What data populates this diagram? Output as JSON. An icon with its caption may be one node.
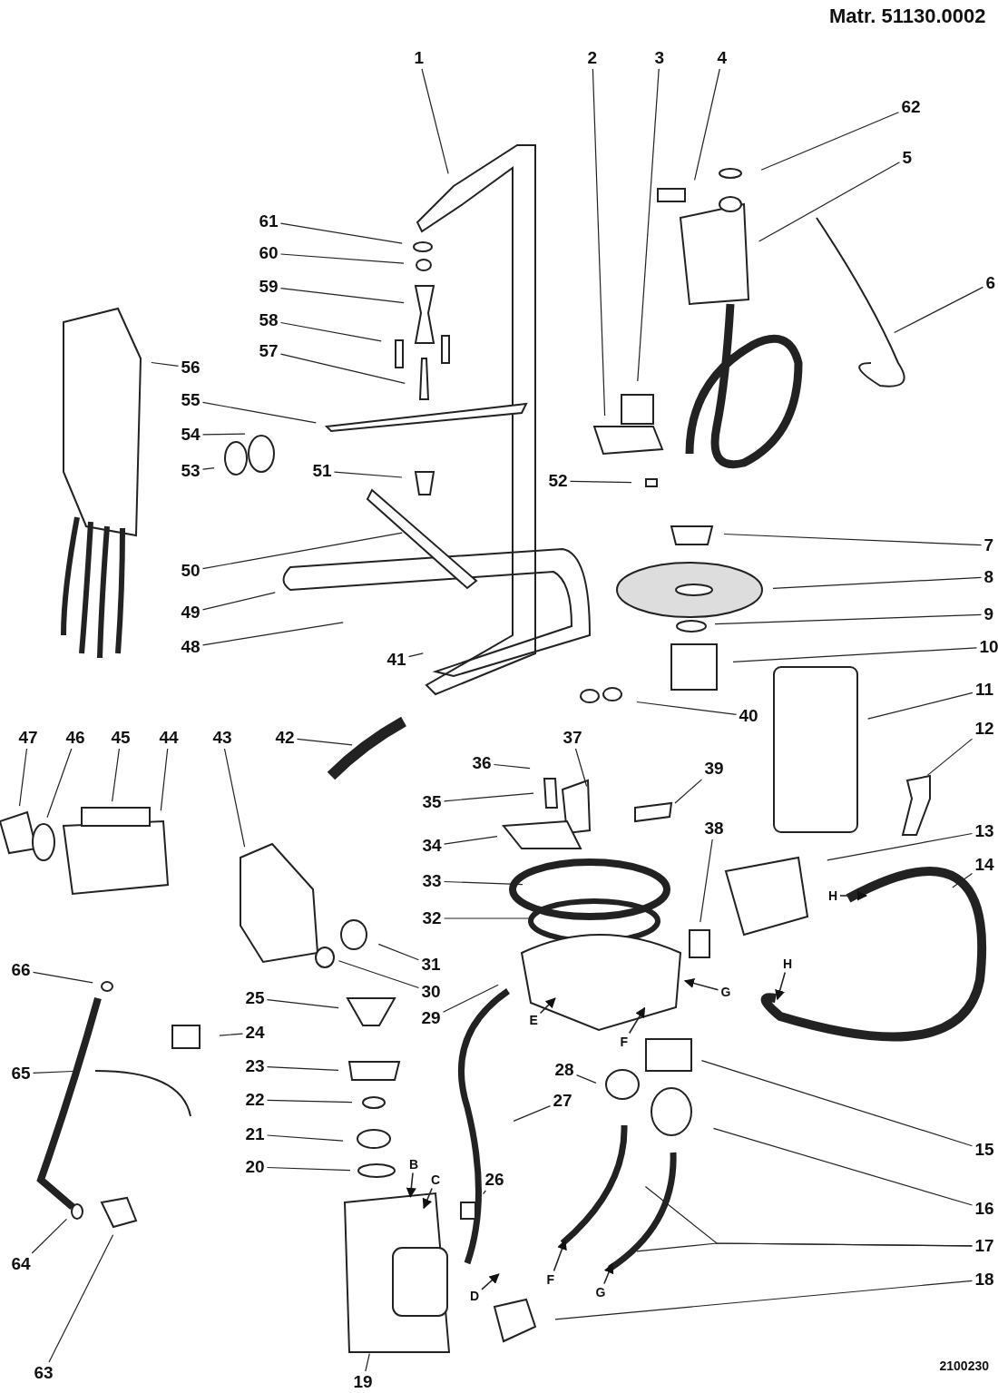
{
  "diagram": {
    "nodes": [
      {
        "text": [
          "1"
        ]
      },
      {
        "text": [
          "2"
        ]
      },
      {
        "text": [
          "3"
        ]
      },
      {
        "text": [
          "4"
        ]
      },
      {
        "text": [
          "62"
        ]
      },
      {
        "text": [
          "5"
        ]
      },
      {
        "text": [
          "61"
        ]
      },
      {
        "text": [
          "60"
        ]
      },
      {
        "text": [
          "6"
        ]
      },
      {
        "text": [
          "59"
        ]
      },
      {
        "text": [
          "58"
        ]
      },
      {
        "text": [
          "57"
        ]
      },
      {
        "text": [
          "56"
        ]
      },
      {
        "text": [
          "55"
        ]
      },
      {
        "text": [
          "54"
        ]
      },
      {
        "text": [
          "53"
        ]
      },
      {
        "text": [
          "51"
        ]
      },
      {
        "text": [
          "52"
        ]
      },
      {
        "text": [
          "7"
        ]
      },
      {
        "text": [
          "50"
        ]
      },
      {
        "text": [
          "8"
        ]
      },
      {
        "text": [
          "49"
        ]
      },
      {
        "text": [
          "9"
        ]
      },
      {
        "text": [
          "48"
        ]
      },
      {
        "text": [
          "10"
        ]
      },
      {
        "text": [
          "41"
        ]
      },
      {
        "text": [
          "11"
        ]
      },
      {
        "text": [
          "40"
        ]
      },
      {
        "text": [
          "47"
        ]
      },
      {
        "text": [
          "46"
        ]
      },
      {
        "text": [
          "45"
        ]
      },
      {
        "text": [
          "44"
        ]
      },
      {
        "text": [
          "43"
        ]
      },
      {
        "text": [
          "42"
        ]
      },
      {
        "text": [
          "37"
        ]
      },
      {
        "text": [
          "12"
        ]
      },
      {
        "text": [
          "36"
        ]
      },
      {
        "text": [
          "39"
        ]
      },
      {
        "text": [
          "35"
        ]
      },
      {
        "text": [
          "38"
        ]
      },
      {
        "text": [
          "13"
        ]
      },
      {
        "text": [
          "34"
        ]
      },
      {
        "text": [
          "14"
        ]
      },
      {
        "text": [
          "33"
        ]
      },
      {
        "text": [
          "H"
        ]
      },
      {
        "text": [
          "32"
        ]
      },
      {
        "text": [
          "H"
        ]
      },
      {
        "text": [
          "31"
        ]
      },
      {
        "text": [
          "66"
        ]
      },
      {
        "text": [
          "30"
        ]
      },
      {
        "text": [
          "G"
        ]
      },
      {
        "text": [
          "25"
        ]
      },
      {
        "text": [
          "29"
        ]
      },
      {
        "text": [
          "E"
        ]
      },
      {
        "text": [
          "24"
        ]
      },
      {
        "text": [
          "F"
        ]
      },
      {
        "text": [
          "28"
        ]
      },
      {
        "text": [
          "65"
        ]
      },
      {
        "text": [
          "23"
        ]
      },
      {
        "text": [
          "22"
        ]
      },
      {
        "text": [
          "27"
        ]
      },
      {
        "text": [
          "21"
        ]
      },
      {
        "text": [
          "15"
        ]
      },
      {
        "text": [
          "B"
        ]
      },
      {
        "text": [
          "20"
        ]
      },
      {
        "text": [
          "C"
        ]
      },
      {
        "text": [
          "26"
        ]
      },
      {
        "text": [
          "16"
        ]
      },
      {
        "text": [
          "17"
        ]
      },
      {
        "text": [
          "64"
        ]
      },
      {
        "text": [
          "F"
        ]
      },
      {
        "text": [
          "18"
        ]
      },
      {
        "text": [
          "G"
        ]
      },
      {
        "text": [
          "D"
        ]
      },
      {
        "text": [
          "63"
        ]
      },
      {
        "text": [
          "19"
        ]
      }
    ],
    "edges": [
      {
        "from": 0,
        "to": null,
        "arrow": "none"
      },
      {
        "from": 1,
        "to": null,
        "arrow": "none"
      },
      {
        "from": 2,
        "to": null,
        "arrow": "none"
      },
      {
        "from": 3,
        "to": null,
        "arrow": "none"
      },
      {
        "from": 4,
        "to": null,
        "arrow": "none"
      },
      {
        "from": 5,
        "to": null,
        "arrow": "none"
      },
      {
        "from": 6,
        "to": null,
        "arrow": "none"
      },
      {
        "from": 7,
        "to": null,
        "arrow": "none"
      },
      {
        "from": 8,
        "to": null,
        "arrow": "none"
      },
      {
        "from": 9,
        "to": null,
        "arrow": "none"
      },
      {
        "from": 10,
        "to": null,
        "arrow": "none"
      },
      {
        "from": 11,
        "to": null,
        "arrow": "none"
      },
      {
        "from": 12,
        "to": null,
        "arrow": "none"
      },
      {
        "from": 13,
        "to": null,
        "arrow": "none"
      },
      {
        "from": 14,
        "to": null,
        "arrow": "none"
      },
      {
        "from": 15,
        "to": null,
        "arrow": "none"
      },
      {
        "from": 16,
        "to": null,
        "arrow": "none"
      },
      {
        "from": 17,
        "to": null,
        "arrow": "none"
      },
      {
        "from": 18,
        "to": null,
        "arrow": "none"
      },
      {
        "from": 19,
        "to": null,
        "arrow": "none"
      },
      {
        "from": 20,
        "to": null,
        "arrow": "none"
      },
      {
        "from": 21,
        "to": null,
        "arrow": "none"
      },
      {
        "from": 22,
        "to": null,
        "arrow": "none"
      },
      {
        "from": 23,
        "to": null,
        "arrow": "none"
      },
      {
        "from": 24,
        "to": null,
        "arrow": "none"
      },
      {
        "from": 25,
        "to": null,
        "arrow": "none"
      },
      {
        "from": 26,
        "to": null,
        "arrow": "none"
      },
      {
        "from": 27,
        "to": null,
        "arrow": "none"
      },
      {
        "from": 28,
        "to": null,
        "arrow": "none"
      },
      {
        "from": 29,
        "to": null,
        "arrow": "none"
      },
      {
        "from": 30,
        "to": null,
        "arrow": "none"
      },
      {
        "from": 31,
        "to": null,
        "arrow": "none"
      },
      {
        "from": 32,
        "to": null,
        "arrow": "none"
      },
      {
        "from": 33,
        "to": null,
        "arrow": "none"
      },
      {
        "from": 34,
        "to": null,
        "arrow": "none"
      },
      {
        "from": 35,
        "to": null,
        "arrow": "none"
      },
      {
        "from": 36,
        "to": null,
        "arrow": "none"
      },
      {
        "from": 37,
        "to": null,
        "arrow": "none"
      },
      {
        "from": 38,
        "to": null,
        "arrow": "none"
      },
      {
        "from": 39,
        "to": null,
        "arrow": "none"
      },
      {
        "from": 40,
        "to": null,
        "arrow": "none"
      },
      {
        "from": 41,
        "to": null,
        "arrow": "none"
      },
      {
        "from": 42,
        "to": null,
        "arrow": "none"
      },
      {
        "from": 43,
        "to": null,
        "arrow": "none"
      },
      {
        "from": 44,
        "to": null,
        "arrow": "to"
      },
      {
        "from": 45,
        "to": null,
        "arrow": "none"
      },
      {
        "from": 46,
        "to": null,
        "arrow": "to"
      },
      {
        "from": 47,
        "to": null,
        "arrow": "none"
      },
      {
        "from": 48,
        "to": null,
        "arrow": "none"
      },
      {
        "from": 49,
        "to": null,
        "arrow": "none"
      },
      {
        "from": 50,
        "to": null,
        "arrow": "to"
      },
      {
        "from": 51,
        "to": null,
        "arrow": "none"
      },
      {
        "from": 52,
        "to": null,
        "arrow": "none"
      },
      {
        "from": 53,
        "to": null,
        "arrow": "to"
      },
      {
        "from": 54,
        "to": null,
        "arrow": "none"
      },
      {
        "from": 55,
        "to": null,
        "arrow": "to"
      },
      {
        "from": 56,
        "to": null,
        "arrow": "none"
      },
      {
        "from": 57,
        "to": null,
        "arrow": "none"
      },
      {
        "from": 58,
        "to": null,
        "arrow": "none"
      },
      {
        "from": 59,
        "to": null,
        "arrow": "none"
      },
      {
        "from": 60,
        "to": null,
        "arrow": "none"
      },
      {
        "from": 61,
        "to": null,
        "arrow": "none"
      },
      {
        "from": 62,
        "to": null,
        "arrow": "none"
      },
      {
        "from": 63,
        "to": null,
        "arrow": "to"
      },
      {
        "from": 64,
        "to": null,
        "arrow": "none"
      },
      {
        "from": 65,
        "to": null,
        "arrow": "to"
      },
      {
        "from": 66,
        "to": null,
        "arrow": "none"
      },
      {
        "from": 67,
        "to": null,
        "arrow": "none"
      },
      {
        "from": 68,
        "to": null,
        "arrow": "none"
      },
      {
        "from": 68,
        "to": null,
        "arrow": "none"
      },
      {
        "from": 69,
        "to": null,
        "arrow": "none"
      },
      {
        "from": 70,
        "to": null,
        "arrow": "to"
      },
      {
        "from": 71,
        "to": null,
        "arrow": "none"
      },
      {
        "from": 72,
        "to": null,
        "arrow": "to"
      },
      {
        "from": 73,
        "to": null,
        "arrow": "to"
      },
      {
        "from": 74,
        "to": null,
        "arrow": "none"
      },
      {
        "from": 75,
        "to": null,
        "arrow": "none"
      }
    ],
    "labels": [
      "Matr. 51130.0002",
      "2100230"
    ]
  }
}
